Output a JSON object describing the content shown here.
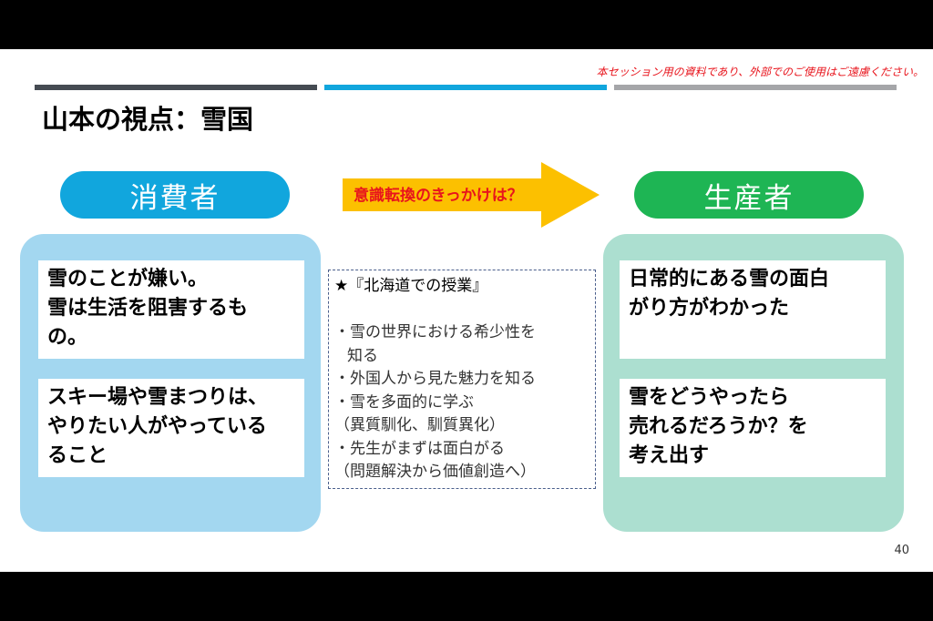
{
  "notice": "本セッション用の資料であり、外部でのご使用はご遠慮ください。",
  "title": "山本の視点：雪国",
  "consumer": {
    "label": "消費者",
    "cards": [
      [
        "雪のことが嫌い。",
        "雪は生活を阻害するも",
        "の。"
      ],
      [
        "スキー場や雪まつりは、",
        "やりたい人がやっている",
        "ること"
      ]
    ]
  },
  "arrow": {
    "label": "意識転換のきっかけは？"
  },
  "producer": {
    "label": "生産者",
    "cards": [
      [
        "日常的にある雪の面白",
        "がり方がわかった"
      ],
      [
        "雪をどうやったら",
        "売れるだろうか？を",
        "考え出す"
      ]
    ]
  },
  "note": {
    "header": "★『北海道での授業』",
    "lines": [
      "・雪の世界における希少性を",
      "知る",
      "・外国人から見た魅力を知る",
      "・雪を多面的に学ぶ",
      "（異質馴化、馴質異化）",
      "・先生がまずは面白がる",
      "（問題解決から価値創造へ）"
    ]
  },
  "page_number": "40",
  "colors": {
    "notice": "#e8141c",
    "bar_dark": "#454b52",
    "bar_blue": "#11a6dd",
    "bar_gray": "#a5a6a9",
    "consumer": "#11a6dd",
    "producer": "#1eb554",
    "arrow": "#fcc000",
    "panel_consumer": "#a3d7f0",
    "panel_producer": "#acdfd0"
  }
}
